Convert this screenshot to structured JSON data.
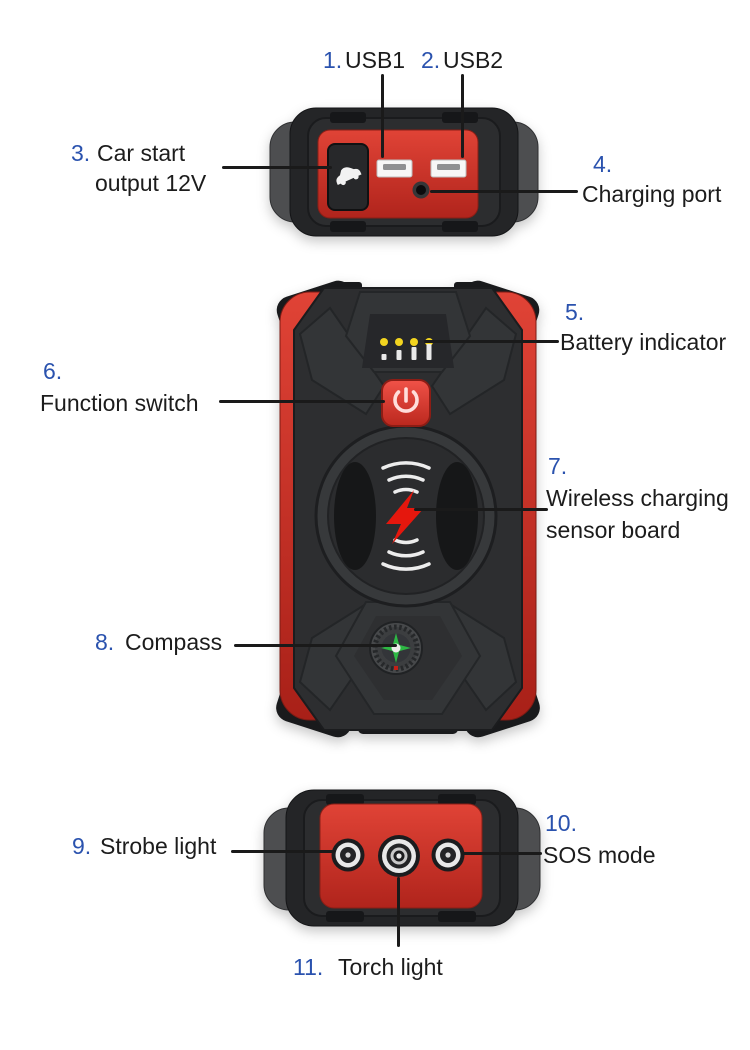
{
  "colors": {
    "background": "#ffffff",
    "annotation_number": "#2a52ae",
    "annotation_text": "#1c1c1c",
    "connector_line": "#1a1a1a",
    "device_red": "#cf2f27",
    "device_body_dark": "#2d2e30",
    "barrel_gray": "#4d4e50",
    "led_yellow": "#f2d41f",
    "bolt_red": "#e5170d",
    "compass_green": "#2db844"
  },
  "annotations": {
    "usb1": {
      "number": "1.",
      "label": "USB1"
    },
    "usb2": {
      "number": "2.",
      "label": "USB2"
    },
    "car_start": {
      "number": "3.",
      "label_line1": "Car start",
      "label_line2": "output 12V"
    },
    "charging_port": {
      "number": "4.",
      "label": "Charging port"
    },
    "battery_indicator": {
      "number": "5.",
      "label": "Battery indicator"
    },
    "function_switch": {
      "number": "6.",
      "label": "Function switch"
    },
    "wireless": {
      "number": "7.",
      "label_line1": "Wireless charging",
      "label_line2": "sensor board"
    },
    "compass": {
      "number": "8.",
      "label": "Compass"
    },
    "strobe": {
      "number": "9.",
      "label": "Strobe light"
    },
    "sos": {
      "number": "10.",
      "label": "SOS mode"
    },
    "torch": {
      "number": "11.",
      "label": "Torch light"
    }
  },
  "device": {
    "top_view_ports": [
      "car-start-output-12v",
      "usb1",
      "usb2",
      "charging-port"
    ],
    "front_view_parts": [
      "battery-indicator-leds",
      "function-switch-button",
      "wireless-charging-pad",
      "lightning-bolt",
      "compass"
    ],
    "bottom_view_lights": [
      "strobe-light",
      "torch-light",
      "sos-light"
    ],
    "battery_led_count": 4
  }
}
